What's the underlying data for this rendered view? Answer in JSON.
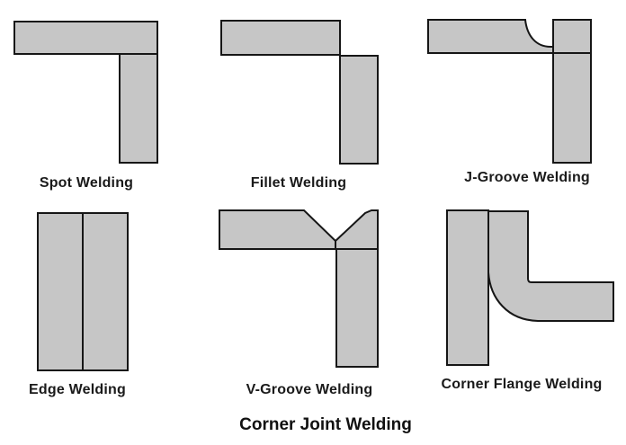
{
  "diagram": {
    "title": "Corner Joint Welding",
    "fill_color": "#c6c6c6",
    "stroke_color": "#161616",
    "items": [
      {
        "id": "spot",
        "label": "Spot Welding"
      },
      {
        "id": "fillet",
        "label": "Fillet Welding"
      },
      {
        "id": "j-groove",
        "label": "J-Groove Welding"
      },
      {
        "id": "edge",
        "label": "Edge Welding"
      },
      {
        "id": "v-groove",
        "label": "V-Groove Welding"
      },
      {
        "id": "corner-flange",
        "label": "Corner Flange Welding"
      }
    ]
  }
}
